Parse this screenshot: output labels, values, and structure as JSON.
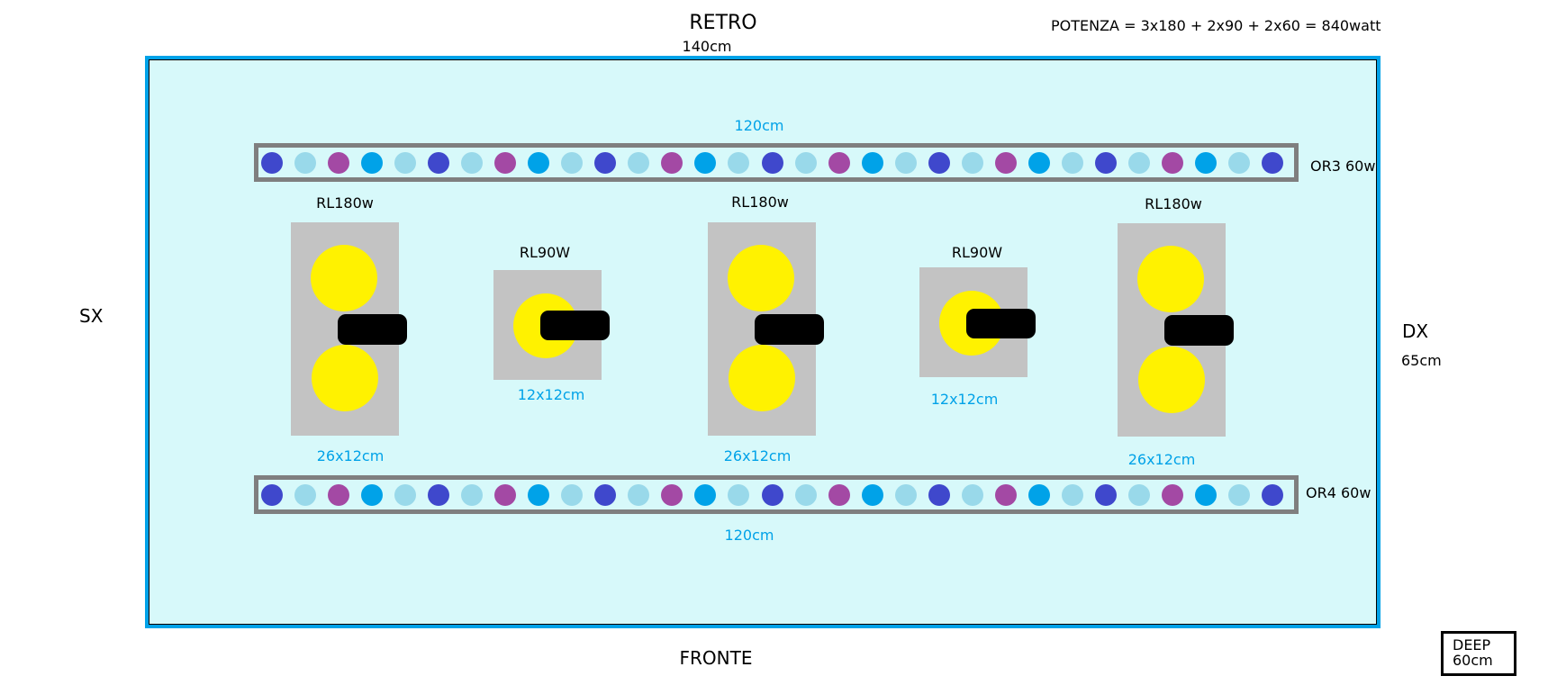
{
  "labels": {
    "retro": "RETRO",
    "retro_width": "140cm",
    "fronte": "FRONTE",
    "sx": "SX",
    "dx": "DX",
    "dx_depth": "65cm",
    "power_formula": "POTENZA = 3x180 + 2x90 + 2x60 = 840watt",
    "deep_title": "DEEP",
    "deep_value": "60cm"
  },
  "colors": {
    "tank_fill": "#d7f9fa",
    "tank_border": "#00a2e8",
    "strip_border": "#7f7f7f",
    "fixture_body": "#c3c3c3",
    "led": "#fff200",
    "fan": "#000000",
    "dimension_text": "#00a2e8",
    "dot_palette": {
      "dark-blue": "#3f48cc",
      "light-blue": "#99d9ea",
      "purple": "#a349a4",
      "cyan": "#00a2e8"
    }
  },
  "strips": [
    {
      "id": "top",
      "name": "OR3 60w",
      "length_label": "120cm",
      "dots": [
        "dark-blue",
        "light-blue",
        "purple",
        "cyan",
        "light-blue",
        "dark-blue",
        "light-blue",
        "purple",
        "cyan",
        "light-blue",
        "dark-blue",
        "light-blue",
        "purple",
        "cyan",
        "light-blue",
        "dark-blue",
        "light-blue",
        "purple",
        "cyan",
        "light-blue",
        "dark-blue",
        "light-blue",
        "purple",
        "cyan",
        "light-blue",
        "dark-blue",
        "light-blue",
        "purple",
        "cyan",
        "light-blue",
        "dark-blue"
      ]
    },
    {
      "id": "bottom",
      "name": "OR4 60w",
      "length_label": "120cm",
      "dots": [
        "dark-blue",
        "light-blue",
        "purple",
        "cyan",
        "light-blue",
        "dark-blue",
        "light-blue",
        "purple",
        "cyan",
        "light-blue",
        "dark-blue",
        "light-blue",
        "purple",
        "cyan",
        "light-blue",
        "dark-blue",
        "light-blue",
        "purple",
        "cyan",
        "light-blue",
        "dark-blue",
        "light-blue",
        "purple",
        "cyan",
        "light-blue",
        "dark-blue",
        "light-blue",
        "purple",
        "cyan",
        "light-blue",
        "dark-blue"
      ]
    }
  ],
  "fixtures": [
    {
      "name": "RL180w",
      "size": "26x12cm",
      "leds": 2
    },
    {
      "name": "RL90W",
      "size": "12x12cm",
      "leds": 1
    },
    {
      "name": "RL180w",
      "size": "26x12cm",
      "leds": 2
    },
    {
      "name": "RL90W",
      "size": "12x12cm",
      "leds": 1
    },
    {
      "name": "RL180w",
      "size": "26x12cm",
      "leds": 2
    }
  ]
}
